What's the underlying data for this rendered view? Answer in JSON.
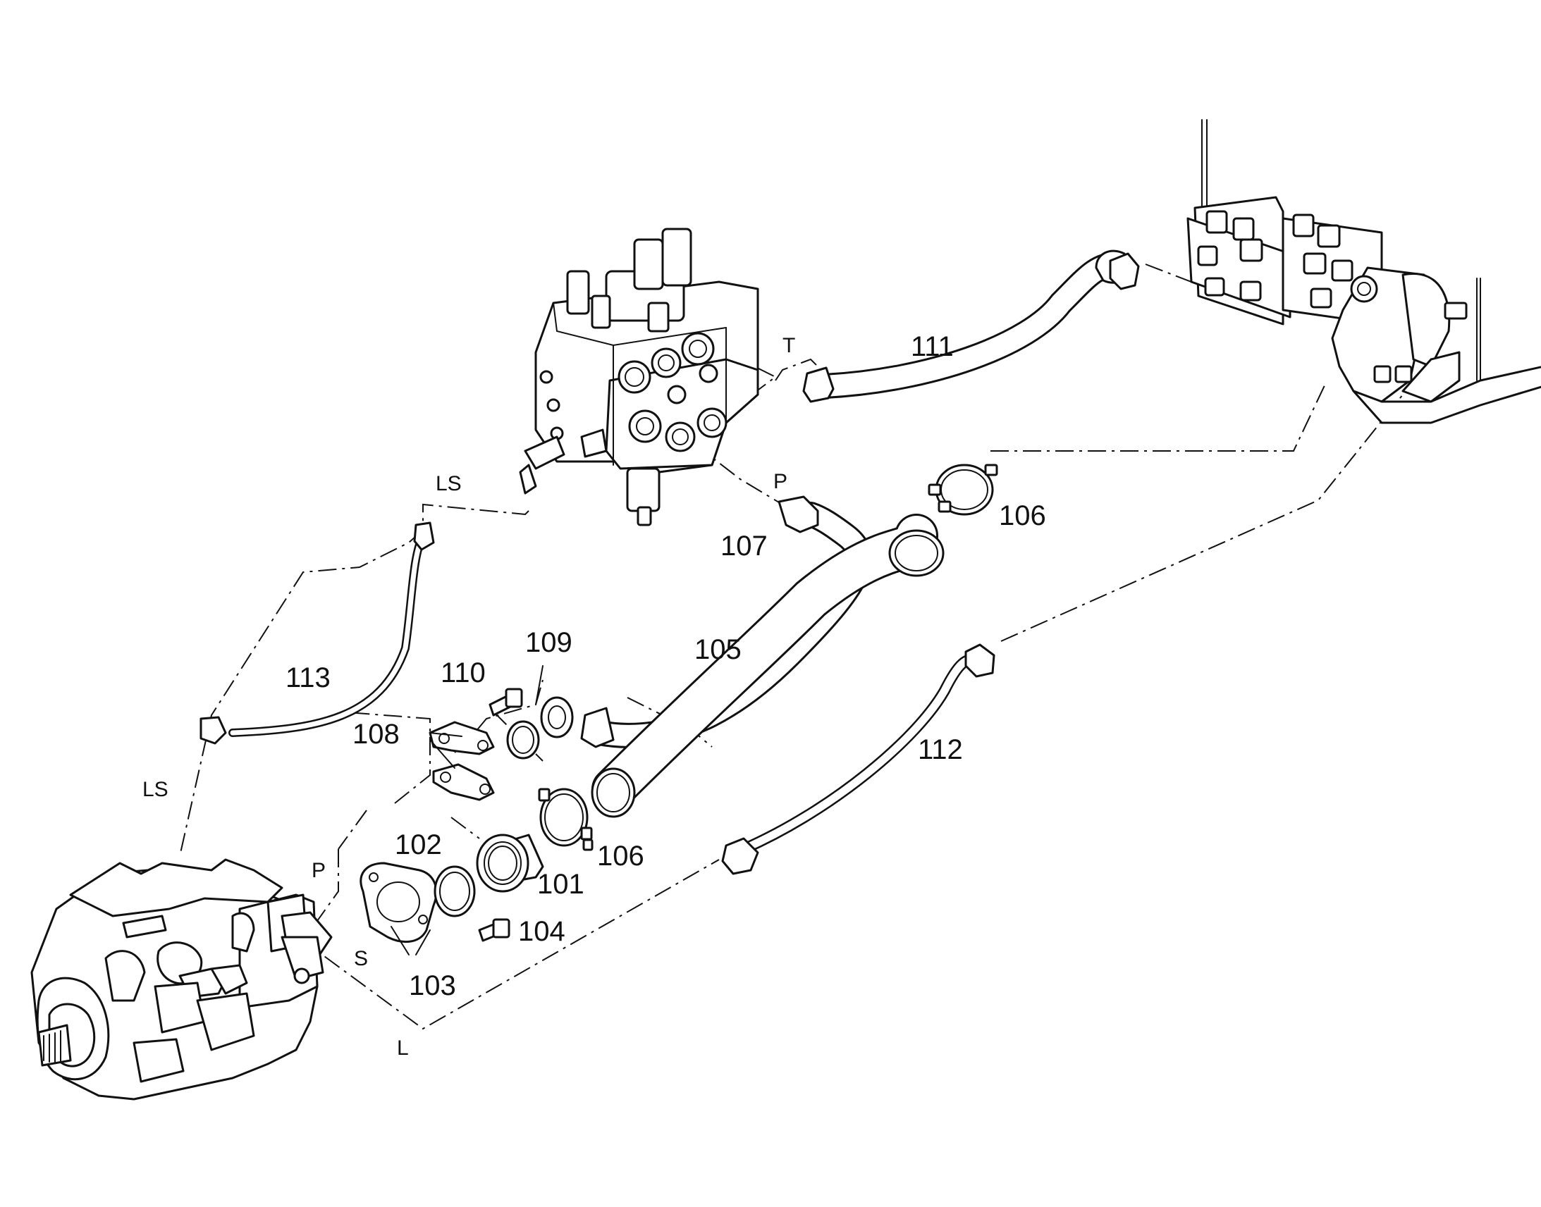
{
  "callouts": {
    "c101": "101",
    "c102": "102",
    "c103": "103",
    "c104": "104",
    "c105": "105",
    "c106a": "106",
    "c106b": "106",
    "c107": "107",
    "c108": "108",
    "c109": "109",
    "c110": "110",
    "c111": "111",
    "c112": "112",
    "c113": "113"
  },
  "ports": {
    "t": "T",
    "p_valve": "P",
    "ls_valve": "LS",
    "ls_pump": "LS",
    "p_pump": "P",
    "s_pump": "S",
    "l_pump": "L"
  }
}
